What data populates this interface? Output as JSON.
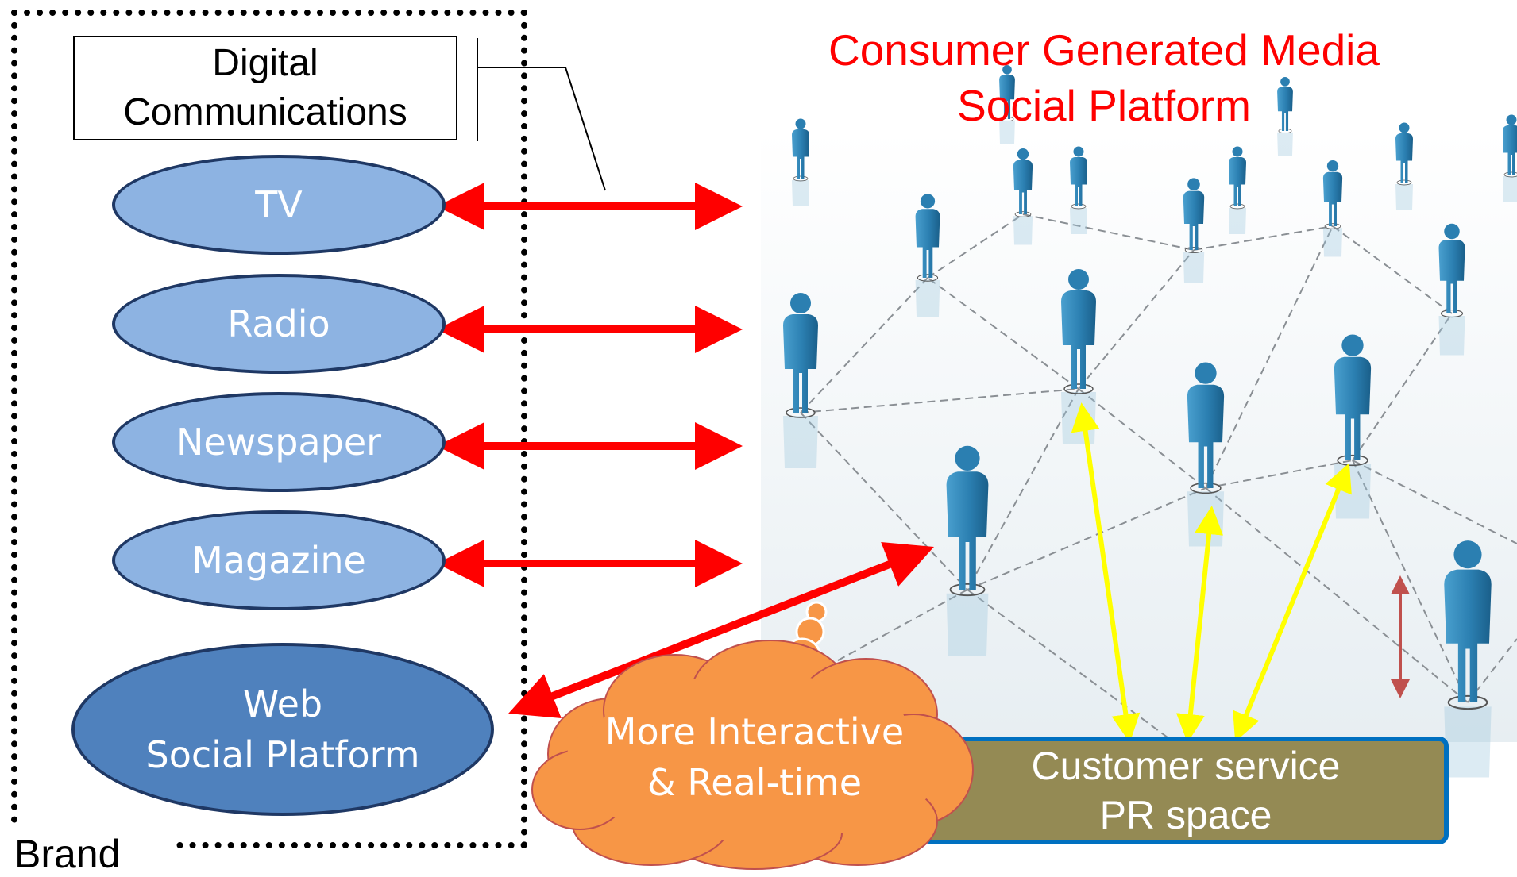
{
  "brand_label": "Brand",
  "digital_communications": "Digital\nCommunications",
  "channels": [
    "TV",
    "Radio",
    "Newspaper",
    "Magazine"
  ],
  "web_platform": "Web\nSocial Platform",
  "cgm_title": "Consumer Generated Media\nSocial Platform",
  "cloud_text": "More Interactive\n& Real-time",
  "customer_service": "Customer service\nPR space",
  "colors": {
    "arrow_red": "#ff0000",
    "arrow_yellow": "#ffff00",
    "channel_fill": "#8db3e2",
    "web_fill": "#4f81bd",
    "cloud_fill": "#f79646",
    "cs_fill": "#948a54",
    "cs_border": "#0070c0",
    "figure": "#2e7fb0"
  }
}
